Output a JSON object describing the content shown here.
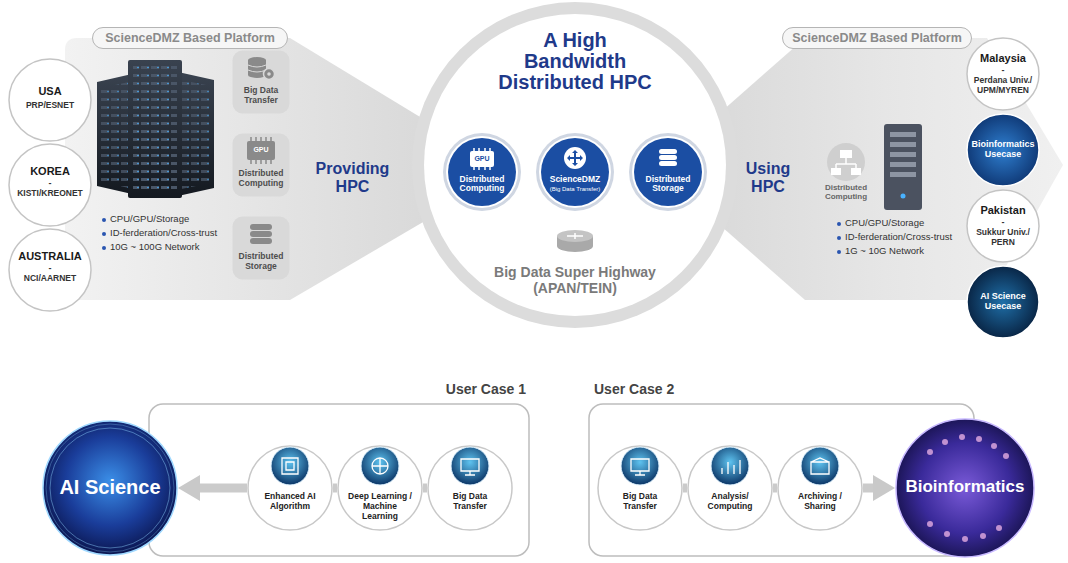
{
  "diagram": {
    "nodes": [
      {
        "text": [
          "USA",
          "PRP/ESNET"
        ]
      },
      {
        "text": [
          "KOREA",
          "-",
          "KISTI/KREONET"
        ]
      },
      {
        "text": [
          "AUSTRALIA",
          "-",
          "NCI/AARNET"
        ]
      },
      {
        "text": [
          "ScienceDMZ Based Platform",
          "CPU/GPU/Storage",
          "ID-ferderation/Cross-trust",
          "10G ~ 100G Network"
        ]
      },
      {
        "text": [
          "Big Data Transfer"
        ],
        "in": 3
      },
      {
        "text": [
          "GPU",
          "Distributed Computing"
        ],
        "in": 3
      },
      {
        "text": [
          "Distributed Storage"
        ],
        "in": 3
      },
      {
        "text": [
          "A High Bandwidth Distributed HPC",
          "Big Data Super Highway (APAN/TEIN)"
        ]
      },
      {
        "text": [
          "GPU",
          "Distributed Computing"
        ],
        "in": 7
      },
      {
        "text": [
          "ScienceDMZ",
          "(Big Data Transfer)"
        ],
        "in": 7
      },
      {
        "text": [
          "Distributed Storage"
        ],
        "in": 7
      },
      {
        "text": [
          "ScienceDMZ Based Platform",
          "CPU/GPU/Storage",
          "ID-ferderation/Cross-trust",
          "1G ~ 10G Network"
        ]
      },
      {
        "text": [
          "Distributed Computing"
        ],
        "in": 11
      },
      {
        "text": [
          "Malaysia",
          "-",
          "Perdana Univ./ UPM/MYREN"
        ]
      },
      {
        "text": [
          "Bioinformatics Usecase"
        ]
      },
      {
        "text": [
          "Pakistan",
          "-",
          "Sukkur Univ./ PERN"
        ]
      },
      {
        "text": [
          "AI Science Usecase"
        ]
      },
      {
        "text": [
          "AI Science"
        ]
      },
      {
        "text": [
          "User Case 1"
        ]
      },
      {
        "text": [
          "Enhanced AI Algorithm"
        ],
        "in": 18
      },
      {
        "text": [
          "Deep Learning / Machine Learning"
        ],
        "in": 18
      },
      {
        "text": [
          "Big Data Transfer"
        ],
        "in": 18
      },
      {
        "text": [
          "User Case 2"
        ]
      },
      {
        "text": [
          "Big Data Transfer"
        ],
        "in": 22
      },
      {
        "text": [
          "Analysis/ Computing"
        ],
        "in": 22
      },
      {
        "text": [
          "Archiving / Sharing"
        ],
        "in": 22
      },
      {
        "text": [
          "Bioinformatics"
        ]
      }
    ],
    "edges": [
      {
        "from": 21,
        "to": 20,
        "arrow": "none"
      },
      {
        "from": 20,
        "to": 19,
        "arrow": "none"
      },
      {
        "from": 19,
        "to": 17,
        "arrow": "to"
      },
      {
        "from": 23,
        "to": 24,
        "arrow": "none"
      },
      {
        "from": 24,
        "to": 25,
        "arrow": "none"
      },
      {
        "from": 25,
        "to": 26,
        "arrow": "to"
      }
    ],
    "labels": [
      "Providing HPC",
      "Using HPC"
    ]
  }
}
